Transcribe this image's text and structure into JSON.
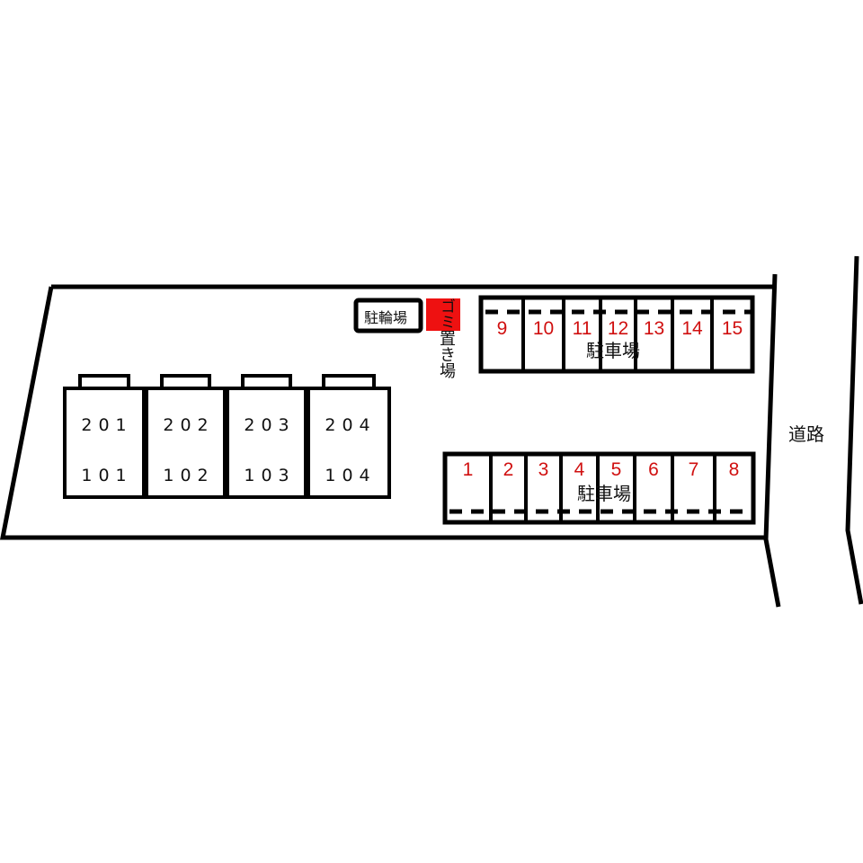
{
  "buildings": [
    {
      "upper": "201",
      "lower": "101"
    },
    {
      "upper": "202",
      "lower": "102"
    },
    {
      "upper": "203",
      "lower": "103"
    },
    {
      "upper": "204",
      "lower": "104"
    }
  ],
  "bicycle_parking": "駐輪場",
  "garbage_area": {
    "top": "ゴミ",
    "bottom": "置き場"
  },
  "parking_label": "駐車場",
  "parking_top": [
    "9",
    "10",
    "11",
    "12",
    "13",
    "14",
    "15"
  ],
  "parking_bottom": [
    "1",
    "2",
    "3",
    "4",
    "5",
    "6",
    "7",
    "8"
  ],
  "road": "道路",
  "colors": {
    "accent": "#d01010",
    "line": "#000000"
  }
}
